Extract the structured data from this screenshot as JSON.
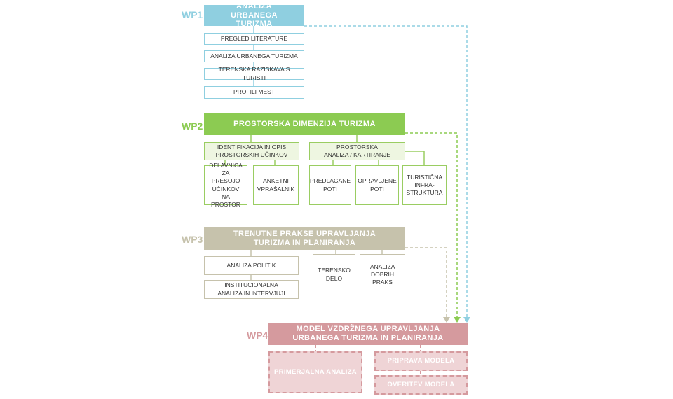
{
  "colors": {
    "wp1": "#8fcfe0",
    "wp2": "#8ccb52",
    "wp3": "#c6c2ac",
    "wp4": "#d59a9e"
  },
  "wp1": {
    "tag": "WP1",
    "title": "ANALIZA URBANEGA TURIZMA",
    "items": [
      "PREGLED LITERATURE",
      "ANALIZA URBANEGA TURIZMA",
      "TERENSKA RAZISKAVA S TURISTI",
      "PROFILI MEST"
    ]
  },
  "wp2": {
    "tag": "WP2",
    "title": "PROSTORSKA DIMENZIJA TURIZMA",
    "sub_left": "IDENTIFIKACIJA IN OPIS PROSTORSKIH UČINKOV",
    "sub_right": "PROSTORSKA ANALIZA / KARTIRANJE",
    "left_items": [
      "DELAVNICA ZA PRESOJO UČINKOV NA PROSTOR",
      "ANKETNI VPRAŠALNIK"
    ],
    "right_items": [
      "PREDLAGANE POTI",
      "OPRAVLJENE POTI",
      "TURISTIČNA INFRA-STRUKTURA"
    ]
  },
  "wp3": {
    "tag": "WP3",
    "title": "TRENUTNE PRAKSE UPRAVLJANJA TURIZMA IN PLANIRANJA",
    "left_items": [
      "ANALIZA POLITIK",
      "INSTITUCIONALNA ANALIZA IN INTERVJUJI"
    ],
    "right_items": [
      "TERENSKO DELO",
      "ANALIZA DOBRIH PRAKS"
    ]
  },
  "wp4": {
    "tag": "WP4",
    "title": "MODEL VZDRŽNEGA UPRAVLJANJA URBANEGA TURIZMA IN PLANIRANJA",
    "items": [
      "PRIMERJALNA ANALIZA",
      "PRIPRAVA MODELA",
      "OVERITEV MODELA"
    ]
  }
}
